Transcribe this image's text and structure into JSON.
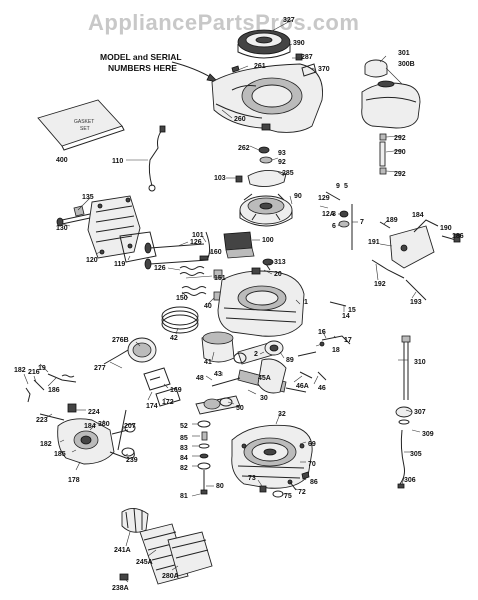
{
  "watermark": "AppliancePartsPros.com",
  "callout": {
    "line1": "MODEL and SERIAL",
    "line2": "NUMBERS HERE"
  },
  "gasket_set": {
    "line1": "GASKET",
    "line2": "SET"
  },
  "part_labels": {
    "p327": "327",
    "p390": "390",
    "p287": "287",
    "p370": "370",
    "p261": "261",
    "p260": "260",
    "p301": "301",
    "p300b": "300B",
    "p400": "400",
    "p110": "110",
    "p262": "262",
    "p93": "93",
    "p92": "92",
    "p292a": "292",
    "p290": "290",
    "p292b": "292",
    "p285": "285",
    "p103": "103",
    "p90": "90",
    "p9": "9",
    "p5": "5",
    "p129": "129",
    "p12a": "12A",
    "p8": "8",
    "p6": "6",
    "p7": "7",
    "p135": "135",
    "p130": "130",
    "p120": "120",
    "p119": "119",
    "p126a": "126",
    "p101": "101",
    "p100": "100",
    "p160": "160",
    "p313": "313",
    "p20": "20",
    "p189": "189",
    "p184a": "184",
    "p190": "190",
    "p186a": "186",
    "p191": "191",
    "p192": "192",
    "p193": "193",
    "p126b": "126",
    "p151": "151",
    "p150": "150",
    "p40": "40",
    "p1": "1",
    "p42": "42",
    "p14": "14",
    "p15": "15",
    "p16": "16",
    "p17": "17",
    "p18": "18",
    "p276b": "276B",
    "p277": "277",
    "p41": "41",
    "p2": "2",
    "p89": "89",
    "p310": "310",
    "p19": "19",
    "p182a": "182",
    "p216": "216",
    "p186b": "186",
    "p48": "48",
    "p43": "43",
    "p45a": "45A",
    "p46a": "46A",
    "p46": "46",
    "p169": "169",
    "p174": "174",
    "p172": "172",
    "p30": "30",
    "p50": "50",
    "p224": "224",
    "p307": "307",
    "p223": "223",
    "p184b": "184",
    "p380": "380",
    "p182b": "182",
    "p185": "185",
    "p207": "207",
    "p52": "52",
    "p32": "32",
    "p309": "309",
    "p85": "85",
    "p83": "83",
    "p84": "84",
    "p82": "82",
    "p69": "69",
    "p70": "70",
    "p305": "305",
    "p239": "239",
    "p178": "178",
    "p80": "80",
    "p81": "81",
    "p73": "73",
    "p75": "75",
    "p72": "72",
    "p86": "86",
    "p306": "306",
    "p241a": "241A",
    "p245a": "245A",
    "p280a": "280A",
    "p238a": "238A"
  }
}
